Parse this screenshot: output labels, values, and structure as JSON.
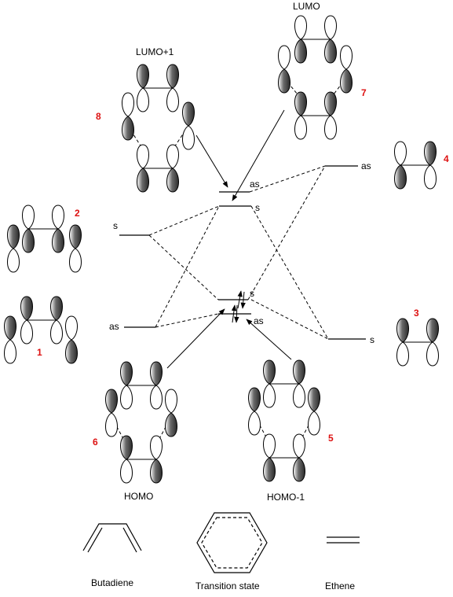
{
  "orbitals": {
    "lumo_plus_1": "LUMO+1",
    "lumo": "LUMO",
    "homo": "HOMO",
    "homo_minus_1": "HOMO-1"
  },
  "symmetry": {
    "s": "s",
    "as": "as"
  },
  "numbers": [
    "1",
    "2",
    "3",
    "4",
    "5",
    "6",
    "7",
    "8"
  ],
  "structures": {
    "butadiene": "Butadiene",
    "transition_state": "Transition state",
    "ethene": "Ethene"
  },
  "colors": {
    "number_label": "#dd1111",
    "shaded_lobe": "#555555"
  }
}
